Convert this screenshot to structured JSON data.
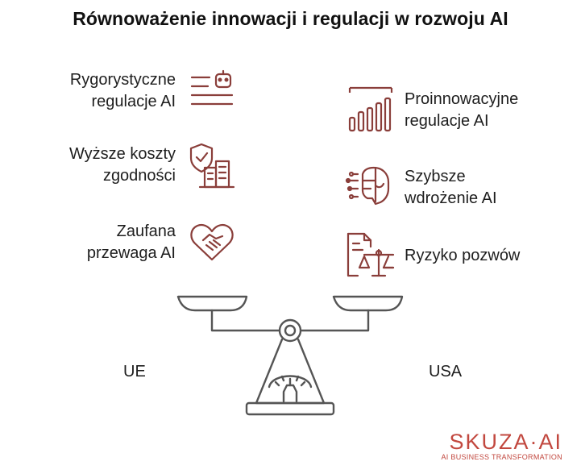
{
  "title": "Równoważenie innowacji i regulacji w rozwoju AI",
  "left": {
    "side_label": "UE",
    "items": [
      {
        "label": "Rygorystyczne\nregulacje AI",
        "icon": "document-robot-icon"
      },
      {
        "label": "Wyższe koszty\nzgodności",
        "icon": "shield-building-icon"
      },
      {
        "label": "Zaufana\nprzewaga AI",
        "icon": "heart-handshake-icon"
      }
    ]
  },
  "right": {
    "side_label": "USA",
    "items": [
      {
        "label": "Proinnowacyjne\nregulacje AI",
        "icon": "bar-chart-growth-icon"
      },
      {
        "label": "Szybsze\nwdrożenie AI",
        "icon": "ai-brain-circuit-icon"
      },
      {
        "label": "Ryzyko pozwów",
        "icon": "document-justice-scale-icon"
      }
    ]
  },
  "brand": {
    "name": "SKUZA·AI",
    "tagline": "AI BUSINESS TRANSFORMATION"
  },
  "colors": {
    "icon": "#8a3e3a",
    "accent": "#c2483f",
    "scale": "#555555"
  }
}
